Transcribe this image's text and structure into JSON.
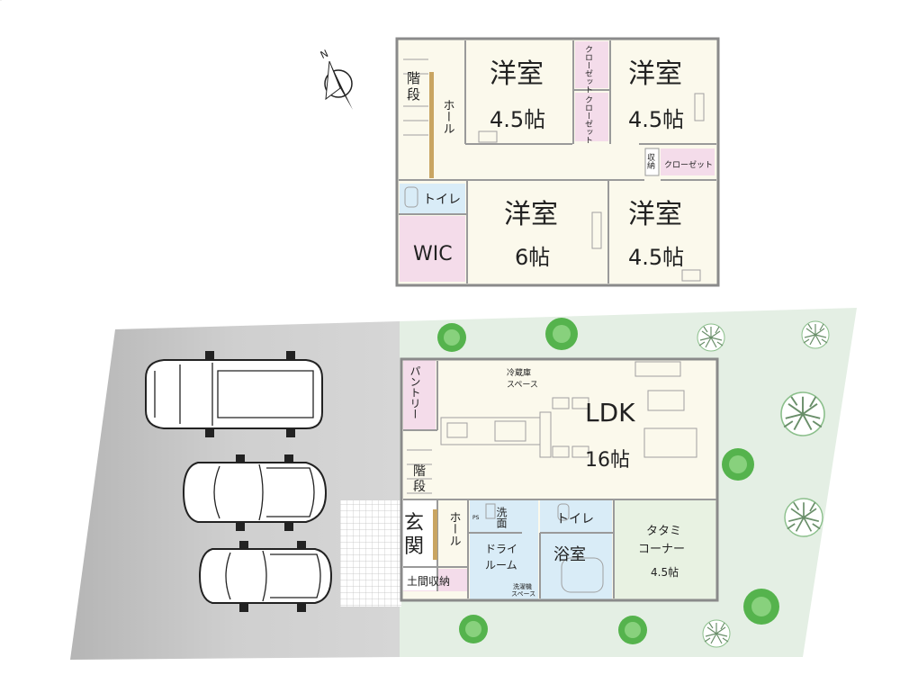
{
  "compass": {
    "label": "N"
  },
  "upper_floor": {
    "rooms": [
      {
        "id": "stairs",
        "label": "階段"
      },
      {
        "id": "hall",
        "label": "ホール"
      },
      {
        "id": "western1",
        "label": "洋室",
        "size": "4.5帖"
      },
      {
        "id": "closet1",
        "label": "クローゼット"
      },
      {
        "id": "closet2",
        "label": "クローゼット"
      },
      {
        "id": "western2",
        "label": "洋室",
        "size": "4.5帖"
      },
      {
        "id": "storage",
        "label": "収納"
      },
      {
        "id": "closet3",
        "label": "クローゼット"
      },
      {
        "id": "toilet",
        "label": "トイレ"
      },
      {
        "id": "wic",
        "label": "WIC"
      },
      {
        "id": "western3",
        "label": "洋室",
        "size": "6帖"
      },
      {
        "id": "western4",
        "label": "洋室",
        "size": "4.5帖"
      }
    ]
  },
  "ground_floor": {
    "rooms": [
      {
        "id": "pantry",
        "label": "パントリー"
      },
      {
        "id": "fridge",
        "label": "冷蔵庫スペース",
        "lines": [
          "冷蔵庫",
          "スペース"
        ]
      },
      {
        "id": "ldk",
        "label": "LDK",
        "size": "16帖"
      },
      {
        "id": "stairs",
        "label": "階段"
      },
      {
        "id": "entrance",
        "label": "玄関"
      },
      {
        "id": "hall",
        "label": "ホール"
      },
      {
        "id": "wash",
        "label": "洗面"
      },
      {
        "id": "ps",
        "label": "PS"
      },
      {
        "id": "toilet",
        "label": "トイレ"
      },
      {
        "id": "tatami",
        "label": "タタミコーナー",
        "lines": [
          "タタミ",
          "コーナー"
        ],
        "size": "4.5帖"
      },
      {
        "id": "dry_room",
        "label": "ドライルーム",
        "lines": [
          "ドライ",
          "ルーム"
        ]
      },
      {
        "id": "bath",
        "label": "浴室"
      },
      {
        "id": "washer",
        "label": "洗濯機スペース",
        "lines": [
          "洗濯機",
          "スペース"
        ]
      },
      {
        "id": "shoe_storage",
        "label": "土間収納"
      }
    ]
  },
  "colors": {
    "wall": "#8a8a8a",
    "floor": "#fbf9ec",
    "closet": "#f4dcea",
    "wet_area": "#d9ecf7",
    "tatami": "#e8f2e2",
    "garden": "#e4efe4",
    "parking": "#c9c9c9",
    "tree": "#4caf50",
    "stair_rail": "#c9a562"
  }
}
